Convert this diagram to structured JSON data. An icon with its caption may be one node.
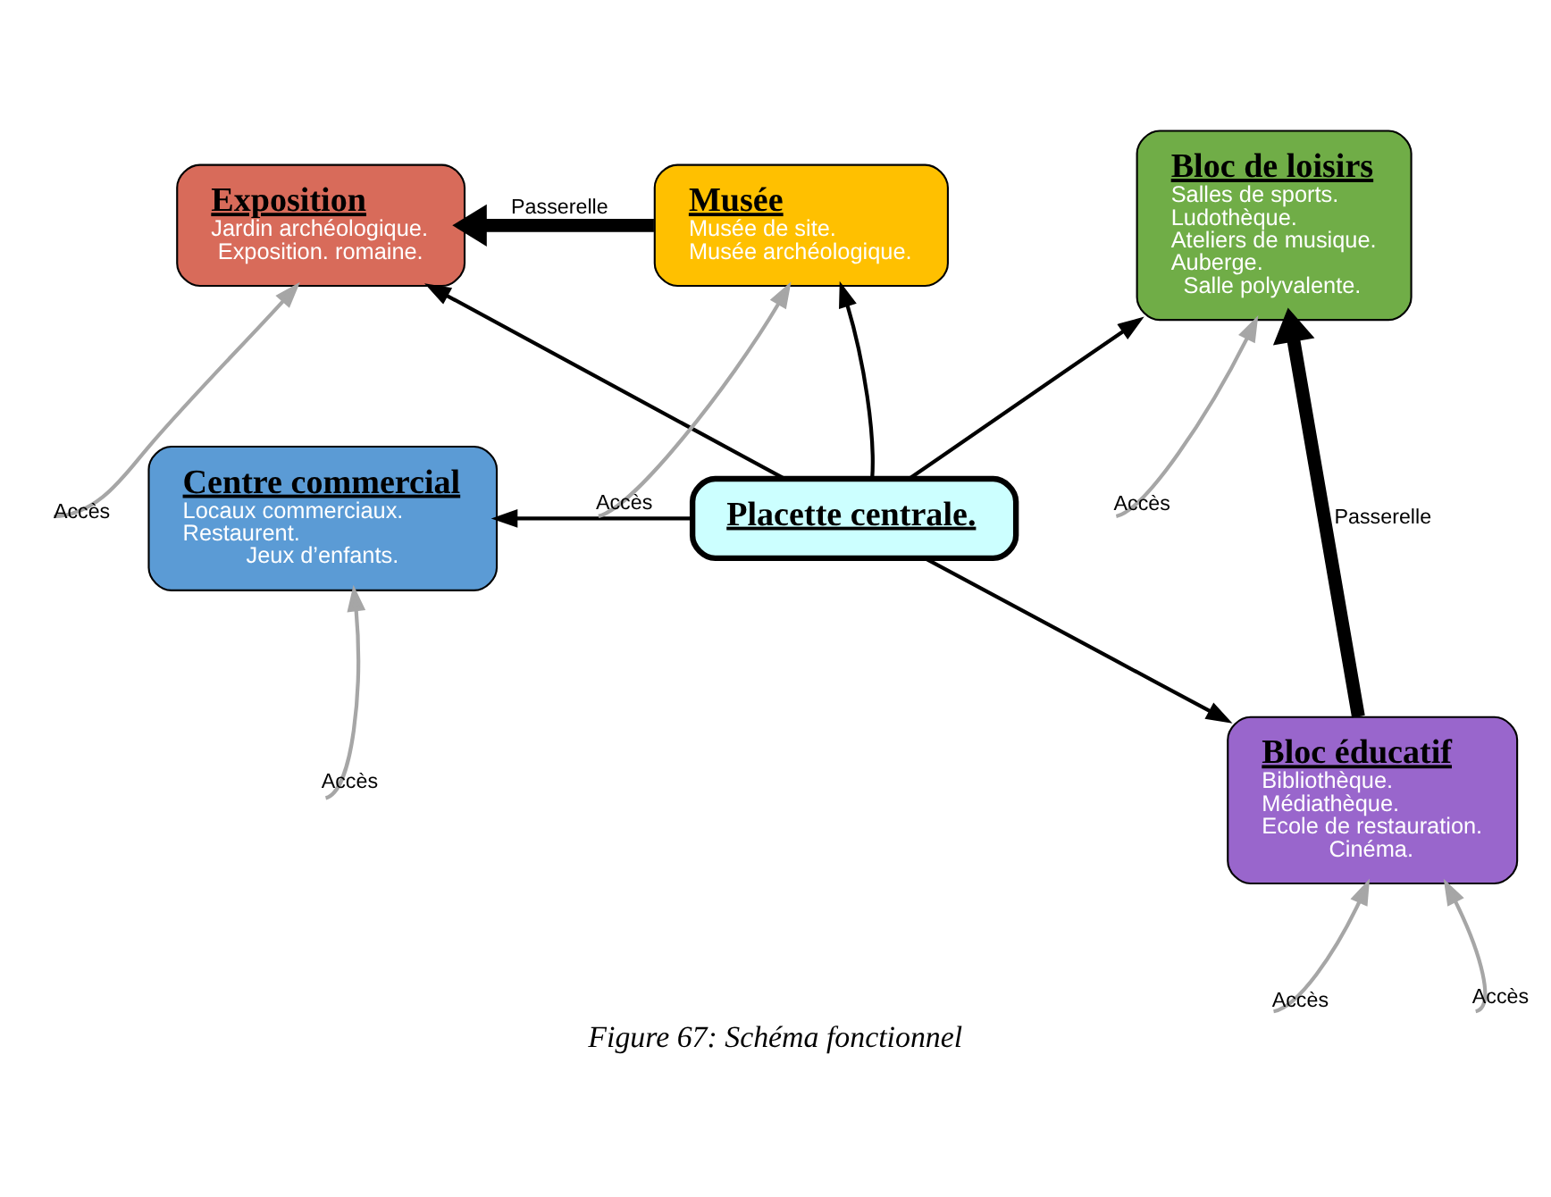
{
  "diagram": {
    "caption": "Figure 67: Schéma fonctionnel",
    "nodes": [
      {
        "text": [
          "Exposition",
          "Jardin archéologique.",
          "Exposition. romaine."
        ]
      },
      {
        "text": [
          "Musée",
          "Musée de site.",
          "Musée archéologique."
        ]
      },
      {
        "text": [
          "Bloc de loisirs",
          "Salles de sports.",
          "Ludothèque.",
          "Ateliers de musique.",
          "Auberge.",
          "Salle polyvalente."
        ]
      },
      {
        "text": [
          "Centre commercial",
          "Locaux commerciaux.",
          "Restaurent.",
          "Jeux d’enfants."
        ]
      },
      {
        "text": [
          "Placette centrale."
        ]
      },
      {
        "text": [
          "Bloc éducatif",
          "Bibliothèque.",
          "Médiathèque.",
          "Ecole de restauration.",
          "Cinéma."
        ]
      }
    ],
    "edges": [
      {
        "from": 1,
        "to": 0,
        "arrow": "to",
        "label": "Passerelle",
        "style": "thick"
      },
      {
        "from": 4,
        "to": 0,
        "arrow": "to"
      },
      {
        "from": 4,
        "to": 1,
        "arrow": "to"
      },
      {
        "from": 4,
        "to": 2,
        "arrow": "to"
      },
      {
        "from": 4,
        "to": 3,
        "arrow": "to"
      },
      {
        "from": 4,
        "to": 5,
        "arrow": "to"
      },
      {
        "from": 5,
        "to": 2,
        "arrow": "to",
        "label": "Passerelle",
        "style": "thick"
      },
      {
        "from": null,
        "to": 0,
        "arrow": "to",
        "label": "Accès",
        "color": "#a6a6a6"
      },
      {
        "from": null,
        "to": 1,
        "arrow": "to",
        "label": "Accès",
        "color": "#a6a6a6"
      },
      {
        "from": null,
        "to": 2,
        "arrow": "to",
        "label": "Accès",
        "color": "#a6a6a6"
      },
      {
        "from": null,
        "to": 5,
        "arrow": "to",
        "label": "Accès",
        "color": "#a6a6a6"
      },
      {
        "from": null,
        "to": 3,
        "arrow": "to",
        "label": "Accès",
        "color": "#a6a6a6"
      },
      {
        "from": null,
        "to": 5,
        "arrow": "to",
        "label": "Accès",
        "color": "#a6a6a6"
      }
    ]
  }
}
